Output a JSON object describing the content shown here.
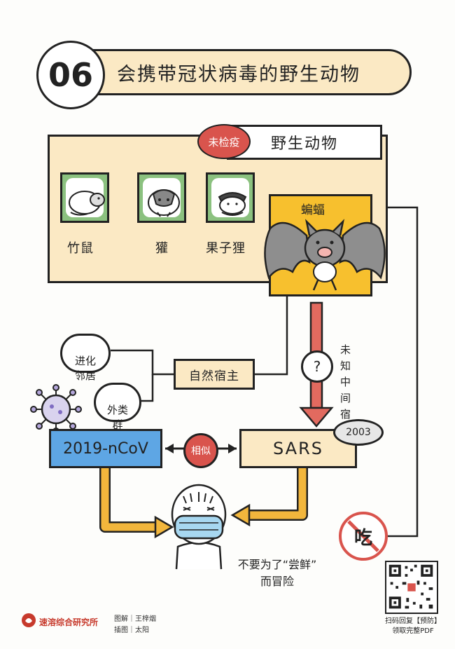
{
  "header": {
    "number": "06",
    "title": "会携带冠状病毒的野生动物"
  },
  "wild_panel": {
    "quarantine_tag": "未检疫",
    "label": "野生动物",
    "animals": [
      {
        "name": "竹鼠"
      },
      {
        "name": "獾"
      },
      {
        "name": "果子狸"
      }
    ],
    "bat": "蝙蝠"
  },
  "flow": {
    "natural_host": "自然宿主",
    "bubble_neighbor": "进化\n邻居",
    "bubble_outgroup": "外类\n群",
    "question_mark": "?",
    "unknown_host": "未知中间宿主媒介",
    "ncov": "2019-nCoV",
    "similar": "相似",
    "sars": "SARS",
    "sars_year": "2003",
    "no_eat": "吃",
    "warning": "不要为了“尝鲜”\n而冒险"
  },
  "footer": {
    "brand": "速溶综合研究所",
    "credit_illustration": "图解｜王梓烟",
    "credit_drawing": "插图｜太阳",
    "qr_text": "扫码回复【预防】\n领取完整PDF"
  },
  "colors": {
    "cream": "#fbe9c4",
    "green": "#8bc17f",
    "yellow": "#f7c02e",
    "red": "#d9544d",
    "blue": "#5ea6e4",
    "arrow_yellow": "#f2b63c",
    "arrow_red": "#e26a5f"
  }
}
